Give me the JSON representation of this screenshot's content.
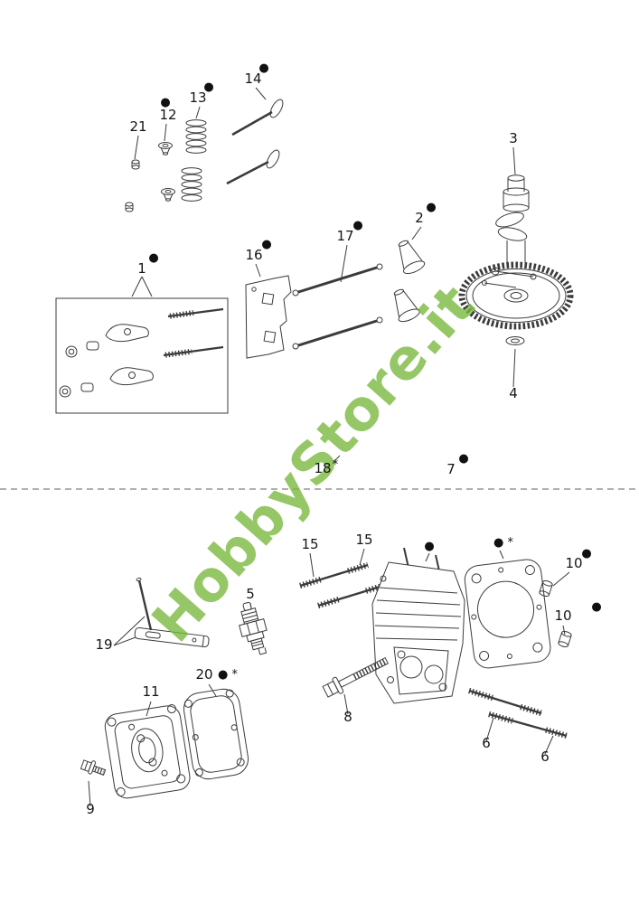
{
  "watermark": {
    "text": "HobbyStore.it",
    "color": "#79b83c"
  },
  "labels": [
    {
      "num": "21",
      "sup": ""
    },
    {
      "num": "12",
      "sup": "●"
    },
    {
      "num": "13",
      "sup": "●"
    },
    {
      "num": "14",
      "sup": "●"
    },
    {
      "num": "3",
      "sup": ""
    },
    {
      "num": "2",
      "sup": "●"
    },
    {
      "num": "17",
      "sup": "●"
    },
    {
      "num": "16",
      "sup": "●"
    },
    {
      "num": "1",
      "sup": "●"
    },
    {
      "num": "4",
      "sup": ""
    },
    {
      "num": "18",
      "sup": "*"
    },
    {
      "num": "7",
      "sup": "●"
    },
    {
      "num": "15",
      "sup": ""
    },
    {
      "num": "15",
      "sup": ""
    },
    {
      "num": "",
      "sup": "●"
    },
    {
      "num": "",
      "sup": "● *"
    },
    {
      "num": "10",
      "sup": "●"
    },
    {
      "num": "10",
      "sup": "●"
    },
    {
      "num": "5",
      "sup": ""
    },
    {
      "num": "19",
      "sup": ""
    },
    {
      "num": "20",
      "sup": "● *"
    },
    {
      "num": "11",
      "sup": ""
    },
    {
      "num": "8",
      "sup": ""
    },
    {
      "num": "9",
      "sup": ""
    },
    {
      "num": "6",
      "sup": ""
    },
    {
      "num": "6",
      "sup": ""
    }
  ]
}
